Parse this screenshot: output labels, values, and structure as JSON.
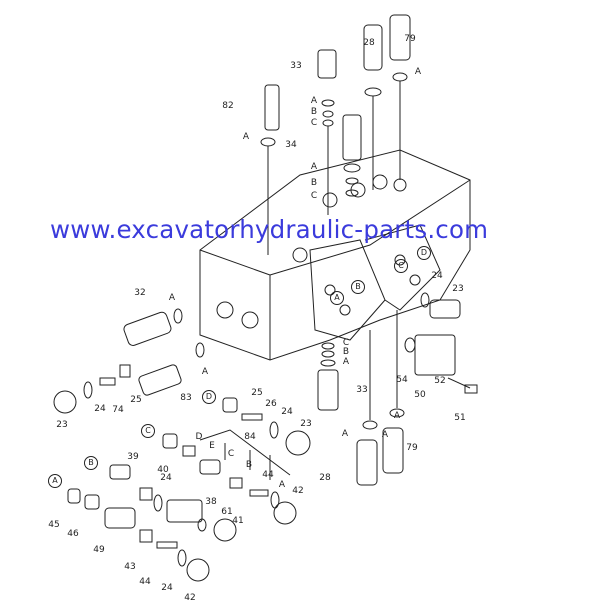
{
  "watermark": "www.excavatorhydraulic-parts.com",
  "callouts": [
    "28",
    "79",
    "A",
    "33",
    "82",
    "A",
    "A",
    "B",
    "C",
    "34",
    "A",
    "B",
    "C",
    "32",
    "A",
    "23",
    "24",
    "D",
    "C",
    "A",
    "B",
    "54",
    "C",
    "B",
    "A",
    "33",
    "50",
    "52",
    "51",
    "23",
    "24",
    "74",
    "25",
    "83",
    "A",
    "D",
    "25",
    "26",
    "24",
    "23",
    "C",
    "D",
    "E",
    "84",
    "C",
    "B",
    "44",
    "A",
    "42",
    "B",
    "39",
    "40",
    "24",
    "38",
    "61",
    "41",
    "A",
    "45",
    "46",
    "49",
    "43",
    "44",
    "24",
    "42",
    "A",
    "A",
    "79",
    "28",
    "A"
  ],
  "circled": [
    false,
    false,
    false,
    false,
    false,
    false,
    false,
    false,
    false,
    false,
    false,
    false,
    false,
    false,
    false,
    false,
    false,
    true,
    true,
    true,
    true,
    false,
    false,
    false,
    false,
    false,
    false,
    false,
    false,
    false,
    false,
    false,
    false,
    false,
    false,
    true,
    false,
    false,
    false,
    false,
    true,
    false,
    false,
    false,
    false,
    false,
    false,
    false,
    false,
    true,
    false,
    false,
    false,
    false,
    false,
    false,
    true,
    false,
    false,
    false,
    false,
    false,
    false,
    false,
    false,
    false,
    false,
    false,
    false
  ]
}
